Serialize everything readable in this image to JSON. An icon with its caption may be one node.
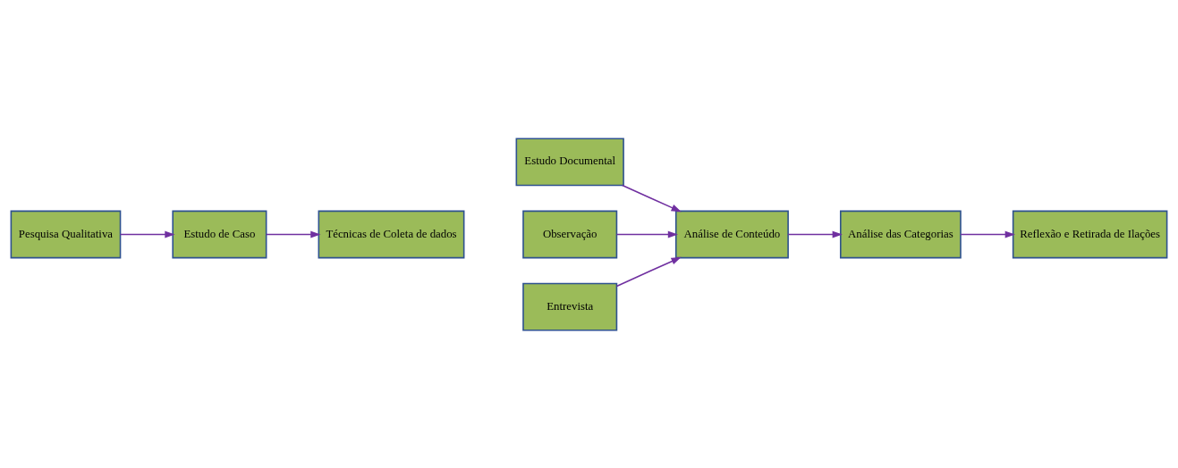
{
  "diagram": {
    "nodes": [
      {
        "text": [
          "Pesquisa Qualitativa"
        ]
      },
      {
        "text": [
          "Estudo de Caso"
        ]
      },
      {
        "text": [
          "Técnicas de Coleta de dados"
        ]
      },
      {
        "text": [
          "Estudo Documental"
        ]
      },
      {
        "text": [
          "Observação"
        ]
      },
      {
        "text": [
          "Entrevista"
        ]
      },
      {
        "text": [
          "Análise de Conteúdo"
        ]
      },
      {
        "text": [
          "Análise das Categorias"
        ]
      },
      {
        "text": [
          "Reflexão e Retirada de Ilações"
        ]
      }
    ],
    "edges": [
      {
        "from": 0,
        "to": 1,
        "arrow": "to"
      },
      {
        "from": 1,
        "to": 2,
        "arrow": "to"
      },
      {
        "from": 3,
        "to": 6,
        "arrow": "to"
      },
      {
        "from": 4,
        "to": 6,
        "arrow": "to"
      },
      {
        "from": 5,
        "to": 6,
        "arrow": "to"
      },
      {
        "from": 6,
        "to": 7,
        "arrow": "to"
      },
      {
        "from": 7,
        "to": 8,
        "arrow": "to"
      }
    ]
  }
}
